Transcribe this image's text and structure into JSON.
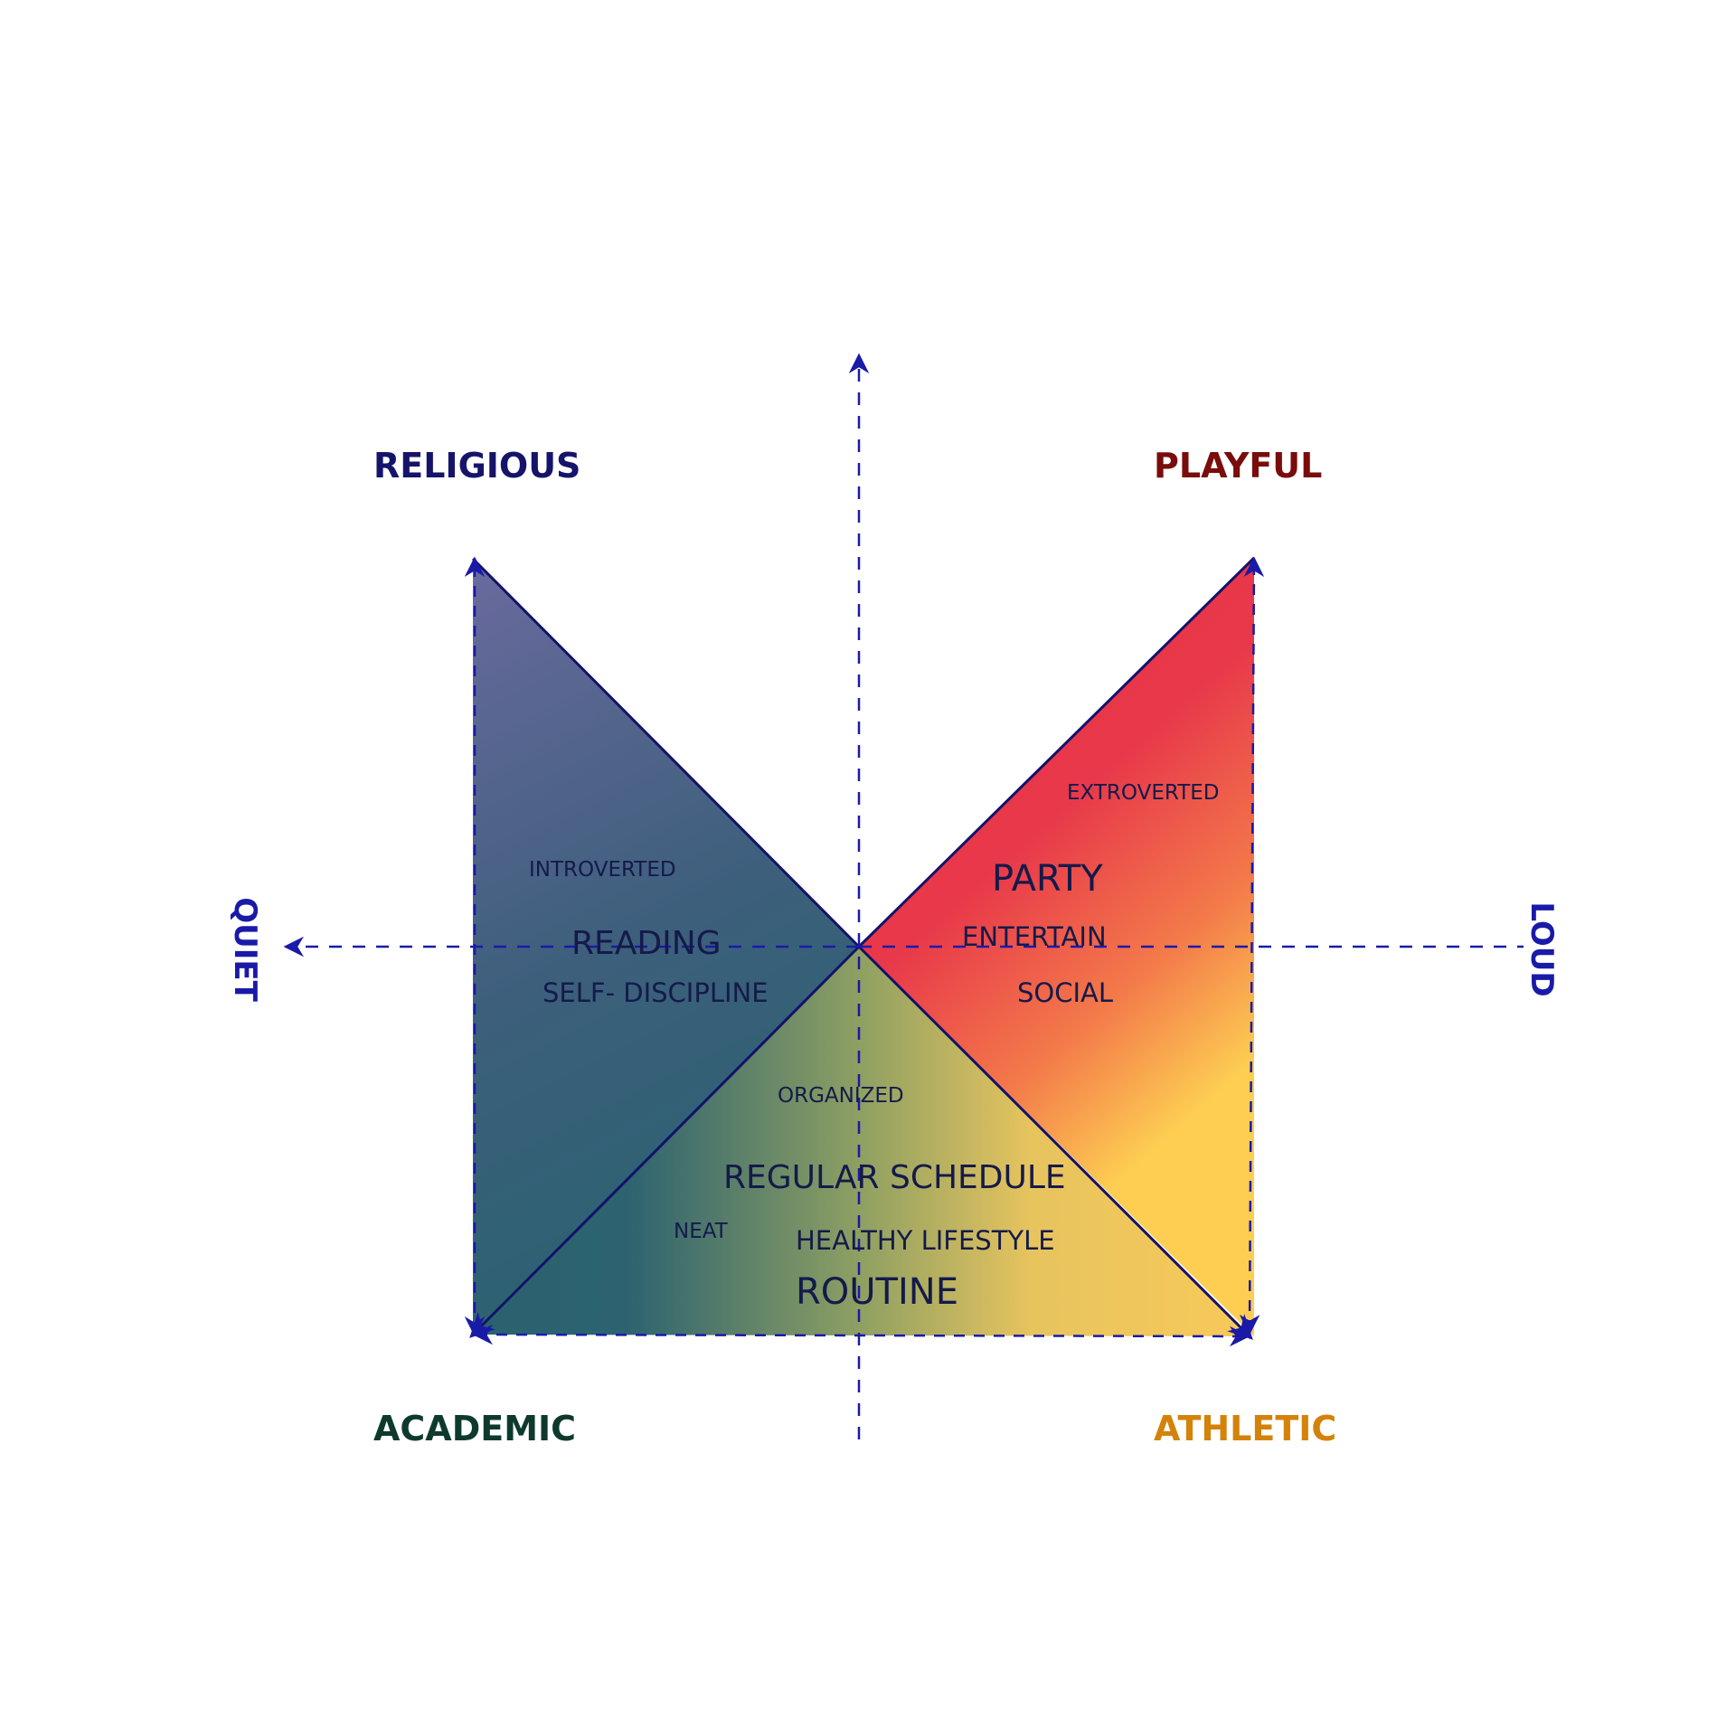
{
  "axes": {
    "horizontal": {
      "left_label": "QUIET",
      "right_label": "LOUD"
    }
  },
  "corners": {
    "top_left": {
      "label": "RELIGIOUS",
      "color": "#16146a"
    },
    "top_right": {
      "label": "PLAYFUL",
      "color": "#7a0c0c"
    },
    "bottom_left": {
      "label": "ACADEMIC",
      "color": "#0e3a2e"
    },
    "bottom_right": {
      "label": "ATHLETIC",
      "color": "#d4820a"
    }
  },
  "regions": {
    "left": {
      "terms": [
        "INTROVERTED",
        "READING",
        "SELF- DISCIPLINE"
      ],
      "colors": [
        "#6a6a9e",
        "#2a6270"
      ]
    },
    "right": {
      "terms": [
        "EXTROVERTED",
        "PARTY",
        "ENTERTAIN",
        "SOCIAL"
      ],
      "colors": [
        "#e42f43",
        "#fdce52"
      ]
    },
    "bottom": {
      "terms": [
        "ORGANIZED",
        "REGULAR SCHEDULE",
        "NEAT",
        "HEALTHY LIFESTYLE",
        "ROUTINE"
      ],
      "colors": [
        "#2b6270",
        "#f8c95a"
      ]
    }
  },
  "line_color": "#1a1aa8",
  "edge_color": "#12126a"
}
